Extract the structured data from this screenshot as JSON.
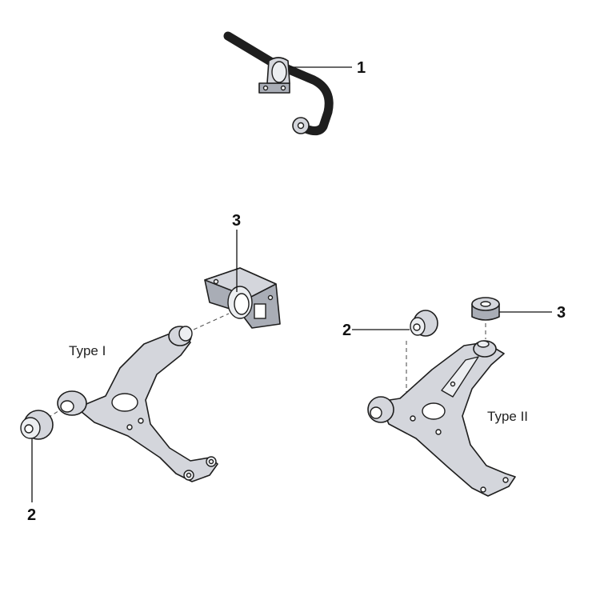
{
  "callouts": {
    "stabilizer_bushing": "1",
    "front_bushing_type1": "2",
    "front_bushing_type2": "2",
    "rear_mount_type1": "3",
    "rear_mount_type2": "3"
  },
  "labels": {
    "type1": "Type I",
    "type2": "Type II"
  },
  "colors": {
    "part_fill": "#d4d6dc",
    "part_shade": "#a9adb6",
    "outline": "#1e1e1e"
  }
}
